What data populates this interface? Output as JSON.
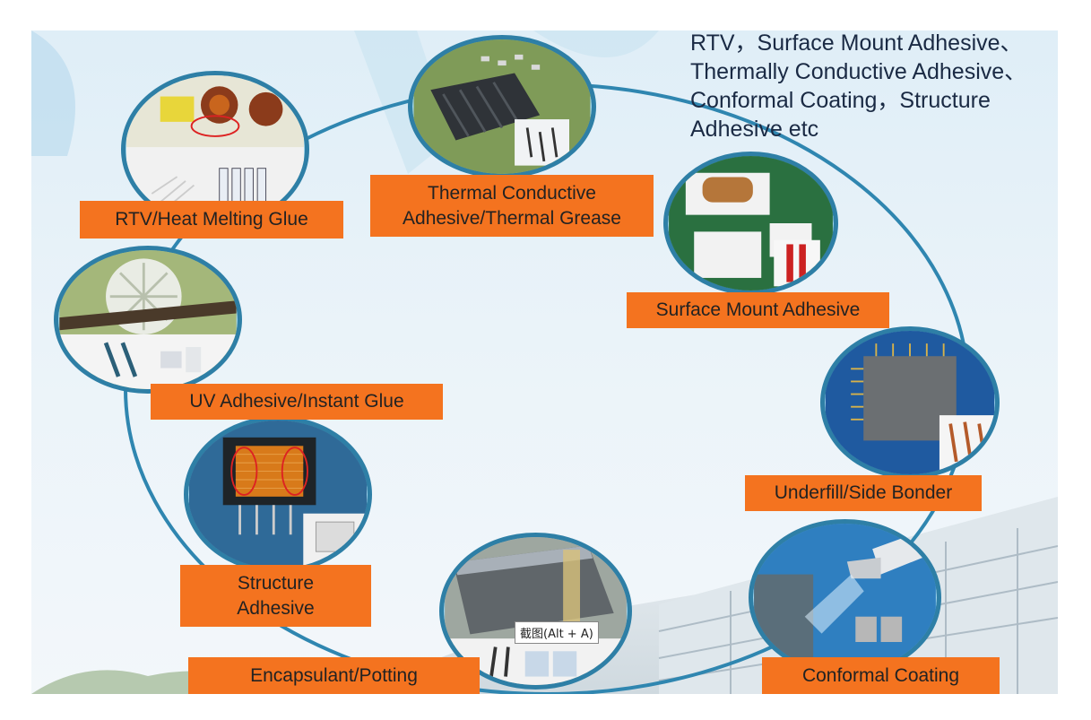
{
  "headline": {
    "line1": "RTV，Surface Mount Adhesive、",
    "line2": "Thermally Conductive Adhesive、",
    "line3": "Conformal Coating，Structure",
    "line4": "Adhesive etc"
  },
  "nodes": {
    "rtv": {
      "label": "RTV/Heat Melting Glue",
      "icon": "transformer-coils-glue-bottles"
    },
    "thermal": {
      "line1": "Thermal Conductive",
      "line2": "Adhesive/Thermal Grease",
      "icon": "heatsink-syringes"
    },
    "smt": {
      "label": "Surface Mount Adhesive",
      "icon": "pcb-component-cartridges"
    },
    "uv": {
      "label": "UV Adhesive/Instant Glue",
      "icon": "fan-syringes"
    },
    "underfill": {
      "label": "Underfill/Side Bonder",
      "icon": "ic-chip-syringes"
    },
    "structure": {
      "line1": "Structure",
      "line2": "Adhesive",
      "icon": "coil-bobbin-bucket"
    },
    "potting": {
      "label": "Encapsulant/Potting",
      "icon": "display-module-cartridges"
    },
    "coating": {
      "label": "Conformal Coating",
      "icon": "spray-gun-cans"
    }
  },
  "tooltip": "截图(Alt + A)",
  "colors": {
    "label_bg": "#f4731f",
    "ring": "#2e7fa6",
    "text": "#1a2a44"
  }
}
